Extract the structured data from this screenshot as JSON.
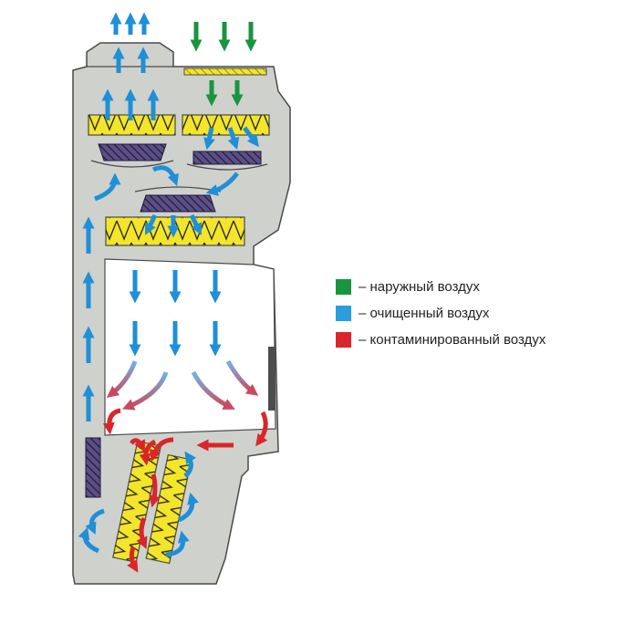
{
  "colors": {
    "cabinet_fill": "#cfd1cc",
    "cabinet_stroke": "#4a4a4a",
    "work_area": "#ffffff",
    "filter_fill": "#f3e52a",
    "filter_zigzag": "#2c2c2c",
    "fan_fill": "#5c4f86",
    "fan_stripes": "#1f1b38",
    "sash": "#4d4d4d",
    "outside_air": "#1a9441",
    "clean_air": "#1f8fd8",
    "contaminated_air": "#d9262a"
  },
  "legend": {
    "items": [
      {
        "key": "outside",
        "label": "– наружный воздух",
        "color": "#1a9441"
      },
      {
        "key": "clean",
        "label": "– очищенный воздух",
        "color": "#2a9ddc"
      },
      {
        "key": "contaminated",
        "label": "– контаминированный воздух",
        "color": "#d9262a"
      }
    ]
  }
}
